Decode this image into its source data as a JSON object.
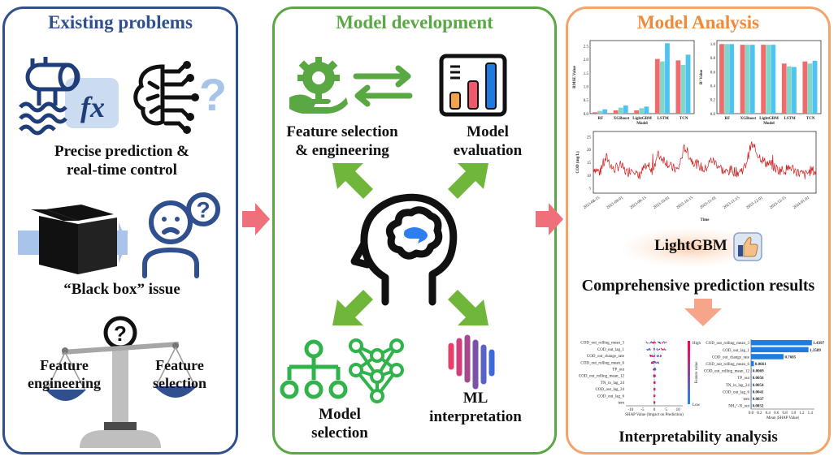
{
  "colors": {
    "panel1": "#2f4f8f",
    "panel2": "#5aa844",
    "panel3": "#f4a46a",
    "arrow_pink": "#ef6f7a",
    "arrow_green": "#6fb63b",
    "chart_red": "#f06b6b",
    "chart_lightred": "#f0a3a3",
    "chart_teal": "#7fd6c9",
    "chart_blue": "#4dc3f0",
    "bar_blue": "#1e7be0",
    "brain_blue": "#2d7ff0"
  },
  "panel1": {
    "title": "Existing problems",
    "problem1": "Precise prediction &\nreal-time control",
    "problem2": "“Black box” issue",
    "scale_left": "Feature\nengineering",
    "scale_right": "Feature\nselection",
    "icons": [
      "water-model-fx-icon",
      "brain-circuit-question-icon",
      "black-box-icon",
      "confused-person-icon",
      "balance-scale-icon"
    ]
  },
  "panel2": {
    "title": "Model development",
    "step1": "Feature selection\n& engineering",
    "step2": "Model\nevaluation",
    "step3": "Model\nselection",
    "step4": "ML\ninterpretation",
    "icons": [
      "gear-hand-icon",
      "swap-arrows-icon",
      "bar-chart-icon",
      "head-brain-icon",
      "hierarchy-icon",
      "neural-network-icon",
      "ml-bars-icon"
    ]
  },
  "panel3": {
    "title": "Model Analysis",
    "lightgbm_label": "LightGBM",
    "comprehensive": "Comprehensive prediction results",
    "interpretability": "Interpretability analysis",
    "icons": [
      "thumbs-up-icon"
    ]
  },
  "chart_data": [
    {
      "type": "bar",
      "categories": [
        "RF",
        "XGBoost",
        "LightGBM",
        "LSTM",
        "TCN"
      ],
      "xlabel": "Model",
      "ylabel": "RMSE Value",
      "ylim": [
        0,
        2.7
      ],
      "yticks": [
        "0.0",
        "0.5",
        "1.0",
        "1.5",
        "2.0",
        "2.5"
      ],
      "series": [
        {
          "color": "#f06b6b",
          "values": [
            0.05,
            0.12,
            0.12,
            2.02,
            1.97
          ]
        },
        {
          "color": "#7fd6c9",
          "values": [
            0.1,
            0.22,
            0.2,
            1.93,
            1.8
          ]
        },
        {
          "color": "#4dc3f0",
          "values": [
            0.16,
            0.3,
            0.26,
            2.6,
            2.18
          ]
        }
      ]
    },
    {
      "type": "bar",
      "categories": [
        "RF",
        "XGBoost",
        "LightGBM",
        "LSTM",
        "TCN"
      ],
      "xlabel": "Model",
      "ylabel": "R² Value",
      "ylim": [
        0,
        1.05
      ],
      "yticks": [
        "0.0",
        "0.2",
        "0.4",
        "0.6",
        "0.8",
        "1.0"
      ],
      "series": [
        {
          "color": "#f06b6b",
          "values": [
            1.0,
            0.99,
            0.99,
            0.72,
            0.75
          ]
        },
        {
          "color": "#7fd6c9",
          "values": [
            1.0,
            0.99,
            0.99,
            0.68,
            0.72
          ]
        },
        {
          "color": "#4dc3f0",
          "values": [
            1.0,
            0.99,
            0.99,
            0.67,
            0.76
          ]
        }
      ]
    },
    {
      "type": "line",
      "xlabel": "Time",
      "ylabel": "COD (mg/L)",
      "ylim": [
        3,
        27
      ],
      "yticks": [
        "5",
        "10",
        "15",
        "20",
        "25"
      ],
      "xticks": [
        "2023-08-15",
        "2023-09-01",
        "2023-09-15",
        "2023-10-01",
        "2023-10-15",
        "2023-11-01",
        "2023-11-15",
        "2023-12-01",
        "2023-12-15",
        "2024-01-01"
      ],
      "series": [
        {
          "color": "#cc1f1f",
          "profile": [
            [
              0,
              13
            ],
            [
              0.03,
              11
            ],
            [
              0.06,
              17
            ],
            [
              0.09,
              12
            ],
            [
              0.12,
              14
            ],
            [
              0.15,
              11
            ],
            [
              0.18,
              13
            ],
            [
              0.2,
              9
            ],
            [
              0.23,
              13
            ],
            [
              0.26,
              11
            ],
            [
              0.29,
              18
            ],
            [
              0.32,
              16
            ],
            [
              0.35,
              13
            ],
            [
              0.38,
              12
            ],
            [
              0.41,
              21
            ],
            [
              0.44,
              16
            ],
            [
              0.47,
              14
            ],
            [
              0.5,
              12
            ],
            [
              0.53,
              16
            ],
            [
              0.56,
              14
            ],
            [
              0.59,
              11
            ],
            [
              0.62,
              12
            ],
            [
              0.65,
              11
            ],
            [
              0.68,
              13
            ],
            [
              0.71,
              22
            ],
            [
              0.74,
              18
            ],
            [
              0.77,
              15
            ],
            [
              0.8,
              14
            ],
            [
              0.83,
              12
            ],
            [
              0.86,
              12
            ],
            [
              0.89,
              13
            ],
            [
              0.92,
              11
            ],
            [
              0.95,
              10
            ],
            [
              0.98,
              12
            ],
            [
              1.0,
              11
            ]
          ]
        }
      ]
    },
    {
      "type": "scatter",
      "xlabel": "SHAP Value (Impact on Prediction)",
      "xticks": [
        "-10",
        "-5",
        "0",
        "5",
        "10"
      ],
      "colorbar": [
        "High",
        "Low"
      ],
      "colorbar_label": "Feature value",
      "features": [
        "COD_out_rolling_mean_3",
        "COD_out_lag_1",
        "COD_out_change_rate",
        "COD_out_rolling_mean_6",
        "TP_out",
        "COD_out_rolling_mean_12",
        "TN_in_lag_24",
        "COD_out_lag_24",
        "COD_out_lag_6",
        "tem"
      ]
    },
    {
      "type": "bar",
      "xlabel": "Mean |SHAP Value|",
      "xlim": [
        0,
        1.5
      ],
      "xticks": [
        "0.0",
        "0.2",
        "0.4",
        "0.6",
        "0.8",
        "1.0",
        "1.2",
        "1.4"
      ],
      "categories": [
        "COD_out_rolling_mean_3",
        "COD_out_lag_1",
        "COD_out_change_rate",
        "COD_out_rolling_mean_6",
        "COD_out_rolling_mean_12",
        "TP_out",
        "TN_in_lag_24",
        "COD_out_lag_6",
        "tem",
        "NH₄⁺-N_out"
      ],
      "values": [
        1.4397,
        1.3589,
        0.7685,
        0.0661,
        0.0069,
        0.0056,
        0.0054,
        0.0041,
        0.0037,
        0.0032
      ],
      "value_labels": [
        "1.4397",
        "1.3589",
        "0.7685",
        "0.0661",
        "0.0069",
        "0.0056",
        "0.0054",
        "0.0041",
        "0.0037",
        "0.0032"
      ]
    }
  ]
}
